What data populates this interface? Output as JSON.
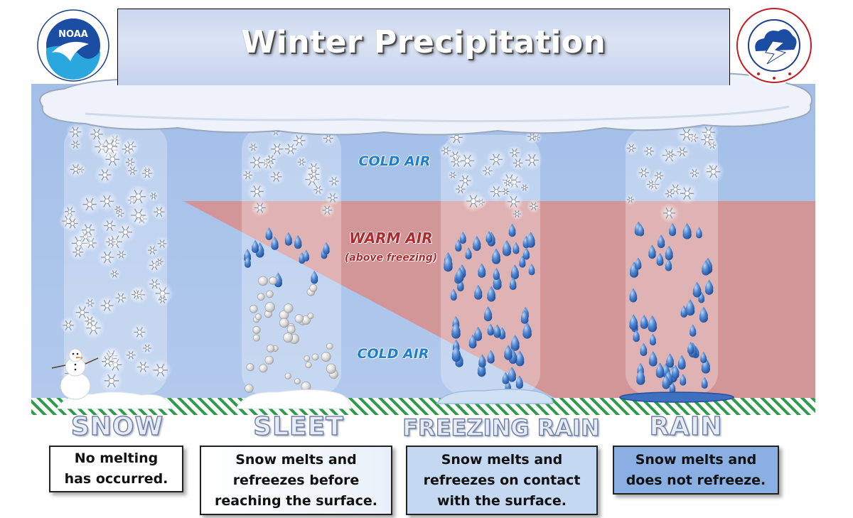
{
  "header": {
    "title": "Winter Precipitation"
  },
  "logos": [
    {
      "name": "NOAA",
      "icon": "noaa-logo"
    },
    {
      "name": "National Weather Service",
      "icon": "nws-logo"
    }
  ],
  "air_layers": {
    "cold_air_upper": "COLD AIR",
    "warm_air": "WARM AIR",
    "warm_air_note": "(above freezing)",
    "cold_air_lower": "COLD AIR"
  },
  "precipitation_types": [
    {
      "label": "SNOW",
      "description": "No melting\nhas occurred."
    },
    {
      "label": "SLEET",
      "description": "Snow melts and\nrefreezes before\nreaching the surface."
    },
    {
      "label": "FREEZING RAIN",
      "description": "Snow melts and\nrefreezes on contact\nwith the surface."
    },
    {
      "label": "RAIN",
      "description": "Snow melts and\ndoes not refreeze."
    }
  ],
  "colors": {
    "cold_air": "#a9c3e9",
    "warm_air": "#d59394",
    "cloud": "#eef3fb",
    "ground_stripe": "#2e9a4a",
    "rain_drop": "#3a6fc0",
    "sleet_pellet": "#d2d2d2",
    "title_banner": "#d2dcf1"
  }
}
